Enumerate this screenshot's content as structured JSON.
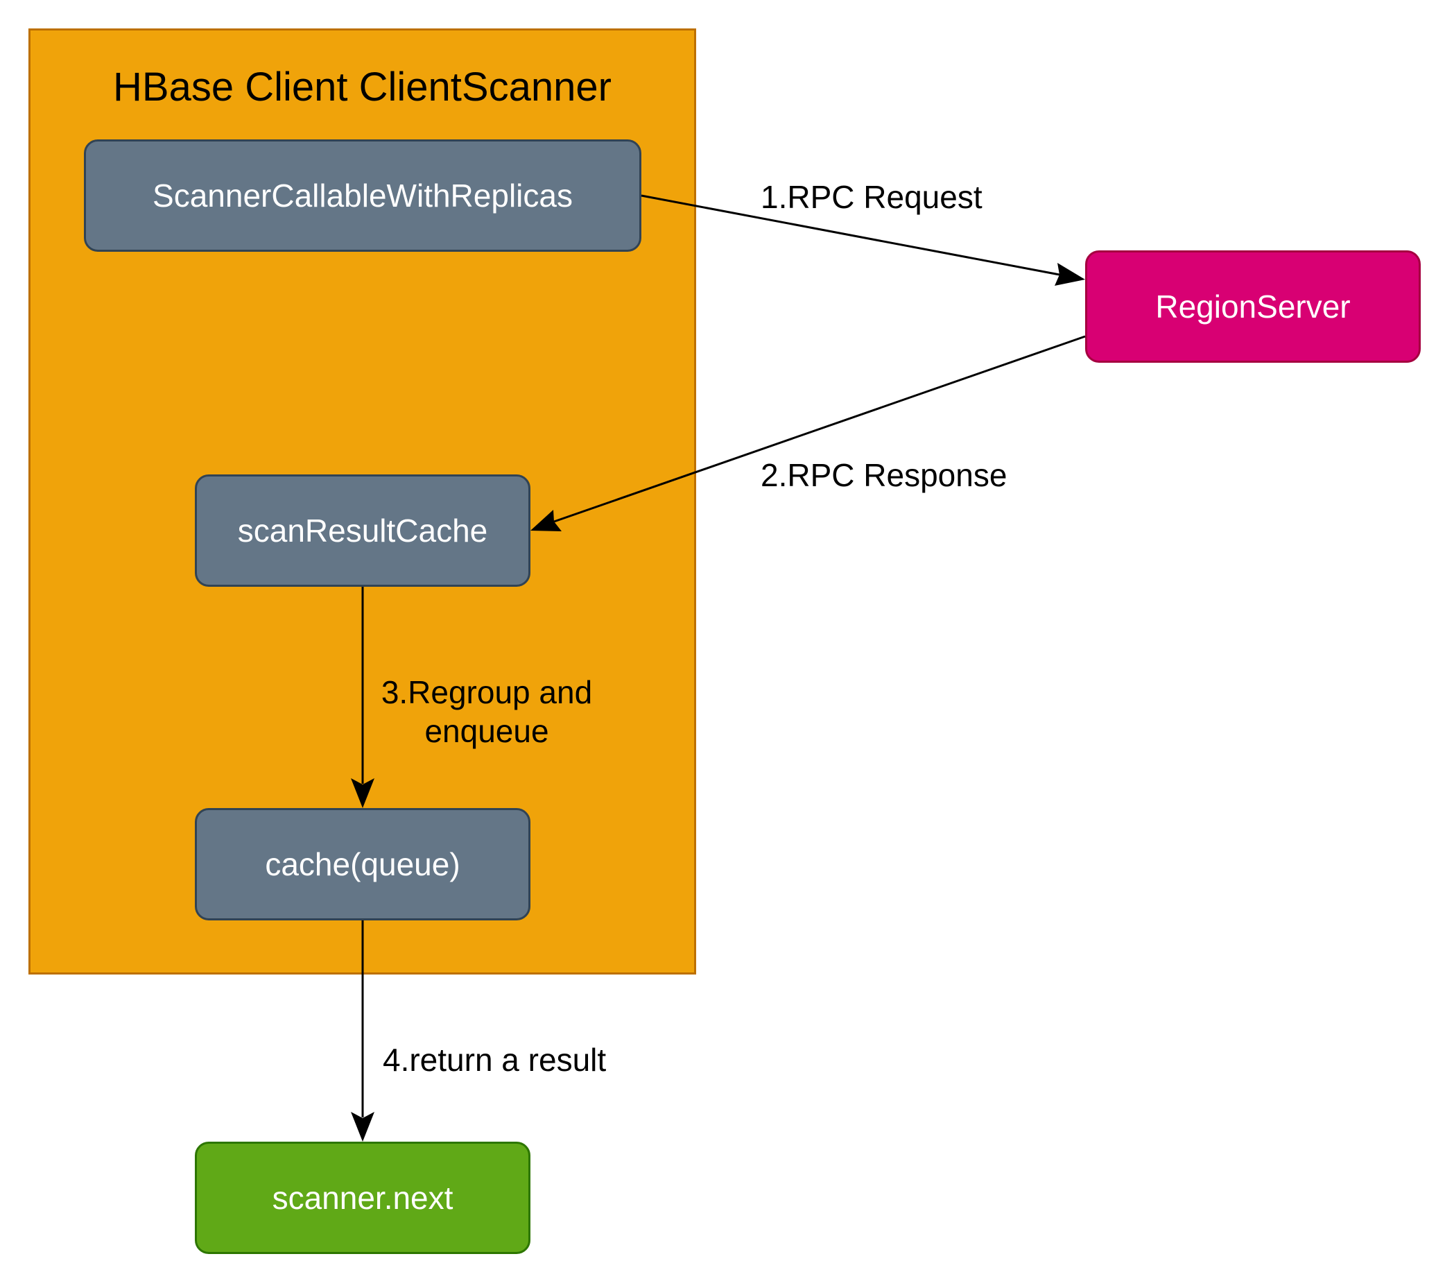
{
  "container": {
    "title": "HBase Client ClientScanner"
  },
  "nodes": {
    "scanner_callable": "ScannerCallableWithReplicas",
    "region_server": "RegionServer",
    "scan_result_cache": "scanResultCache",
    "cache_queue": "cache(queue)",
    "scanner_next": "scanner.next"
  },
  "edges": {
    "rpc_request": "1.RPC Request",
    "rpc_response": "2.RPC Response",
    "regroup_line1": "3.Regroup and",
    "regroup_line2": "enqueue",
    "return_result": "4.return a result"
  },
  "colors": {
    "container_fill": "#f0a30a",
    "container_border": "#bd7000",
    "node_slate": "#647687",
    "node_magenta": "#d80073",
    "node_green": "#60a917"
  }
}
